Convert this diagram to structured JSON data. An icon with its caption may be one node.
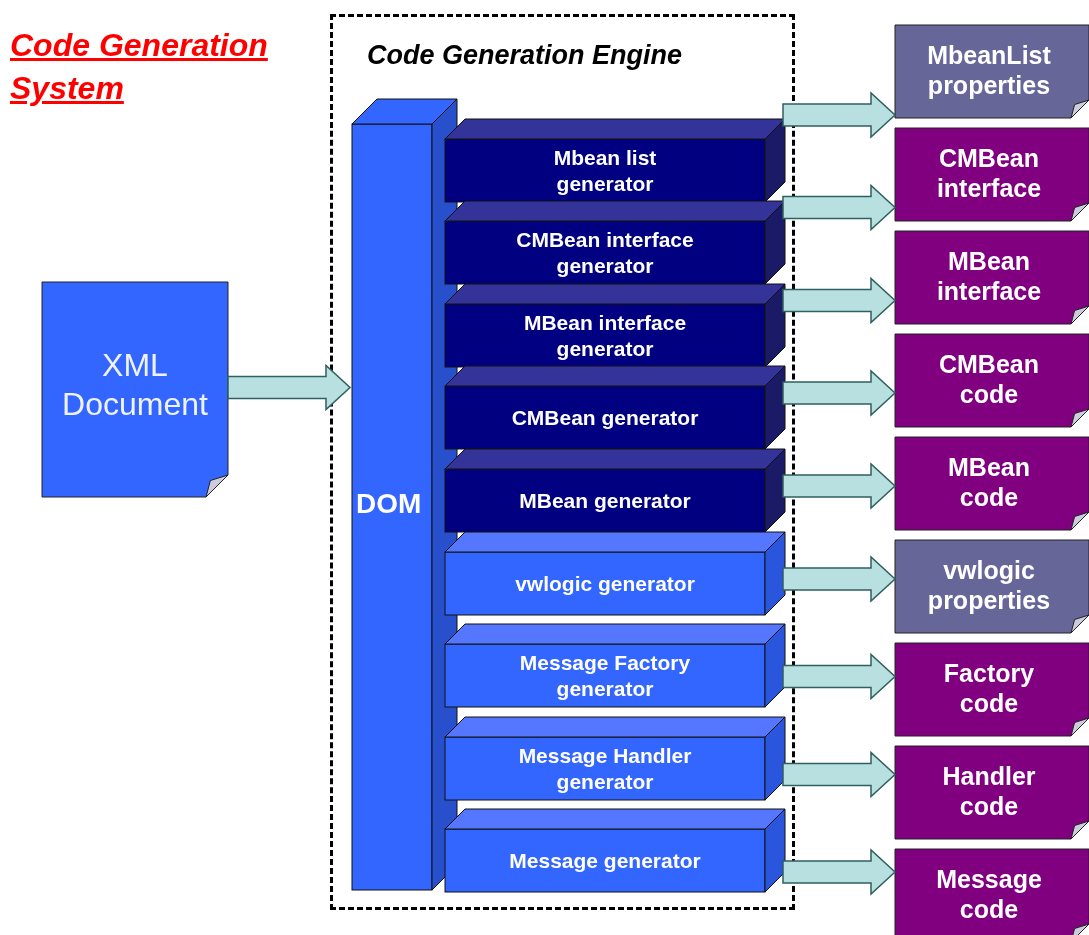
{
  "diagram": {
    "title": "Code Generation System",
    "nodes": [
      {
        "text": [
          "Code Generation Engine"
        ]
      },
      {
        "text": [
          "XML Document"
        ]
      },
      {
        "text": [
          "DOM"
        ],
        "in": 0
      },
      {
        "text": [
          "Mbean list generator"
        ],
        "in": 0
      },
      {
        "text": [
          "CMBean interface generator"
        ],
        "in": 0
      },
      {
        "text": [
          "MBean interface generator"
        ],
        "in": 0
      },
      {
        "text": [
          "CMBean generator"
        ],
        "in": 0
      },
      {
        "text": [
          "MBean generator"
        ],
        "in": 0
      },
      {
        "text": [
          "vwlogic generator"
        ],
        "in": 0
      },
      {
        "text": [
          "Message Factory generator"
        ],
        "in": 0
      },
      {
        "text": [
          "Message Handler generator"
        ],
        "in": 0
      },
      {
        "text": [
          "Message generator"
        ],
        "in": 0
      },
      {
        "text": [
          "MbeanList properties"
        ]
      },
      {
        "text": [
          "CMBean interface"
        ]
      },
      {
        "text": [
          "MBean interface"
        ]
      },
      {
        "text": [
          "CMBean code"
        ]
      },
      {
        "text": [
          "MBean code"
        ]
      },
      {
        "text": [
          "vwlogic properties"
        ]
      },
      {
        "text": [
          "Factory code"
        ]
      },
      {
        "text": [
          "Handler code"
        ]
      },
      {
        "text": [
          "Message code"
        ]
      }
    ],
    "edges": [
      {
        "from": 1,
        "to": 2,
        "arrow": "to"
      },
      {
        "from": 3,
        "to": 12,
        "arrow": "to"
      },
      {
        "from": 4,
        "to": 13,
        "arrow": "to"
      },
      {
        "from": 5,
        "to": 14,
        "arrow": "to"
      },
      {
        "from": 6,
        "to": 15,
        "arrow": "to"
      },
      {
        "from": 7,
        "to": 16,
        "arrow": "to"
      },
      {
        "from": 8,
        "to": 17,
        "arrow": "to"
      },
      {
        "from": 9,
        "to": 18,
        "arrow": "to"
      },
      {
        "from": 10,
        "to": 19,
        "arrow": "to"
      },
      {
        "from": 11,
        "to": 20,
        "arrow": "to"
      }
    ]
  }
}
